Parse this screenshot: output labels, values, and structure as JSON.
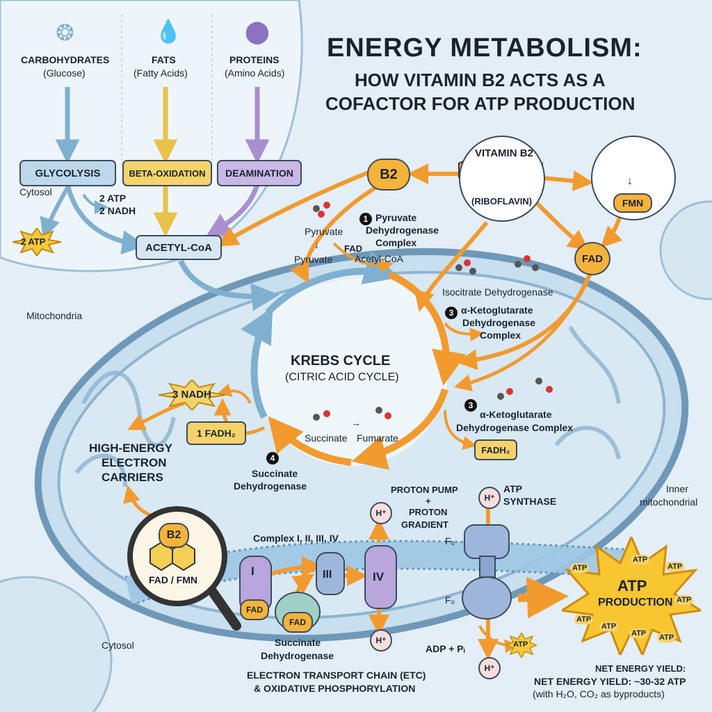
{
  "title": {
    "line1": "ENERGY METABOLISM:",
    "line2": "HOW VITAMIN B2 ACTS AS A",
    "line3": "COFACTOR FOR ATP PRODUCTION"
  },
  "sources": {
    "carbs": {
      "name": "CARBOHYDRATES",
      "sub": "(Glucose)"
    },
    "fats": {
      "name": "FATS",
      "sub": "(Fatty Acids)"
    },
    "proteins": {
      "name": "PROTEINS",
      "sub": "(Amino Acids)"
    }
  },
  "pathways": {
    "glycolysis": "GLYCOLYSIS",
    "beta_oxidation": "BETA-OXIDATION",
    "deamination": "DEAMINATION",
    "acetyl_coa": "ACETYL-CoA"
  },
  "cytosol_top": "Cytosol",
  "glycolysis_yield": {
    "line1": "2 ATP",
    "line2": "2 NADH"
  },
  "atp_star_small": "2 ATP",
  "b2_node": "B2",
  "vitamin_b2": {
    "title": "VITAMIN B2",
    "subtitle": "(RIBOFLAVIN)"
  },
  "fmn": "FMN",
  "fad_node": "FAD",
  "pyruvate_complex": {
    "number": "1",
    "line1": "Pyruvate",
    "line2": "Dehydrogenase",
    "line3": "Complex",
    "pyruvate_a": "Pyruvate",
    "pyruvate_b": "Pyruvate",
    "fad": "FAD",
    "acetyl": "Acetyl-CoA"
  },
  "isocitrate": "Isocitrate Dehydrogenase",
  "akg_upper": {
    "number": "3",
    "line1": "α-Ketoglutarate",
    "line2": "Dehydrogenase",
    "line3": "Complex"
  },
  "akg_lower": {
    "number": "3",
    "line1": "α-Ketoglutarate",
    "line2": "Dehydrogenase Complex"
  },
  "fadh2_right": "FADH₂",
  "krebs": {
    "title": "KREBS CYCLE",
    "subtitle": "(CITRIC ACID CYCLE)"
  },
  "succinate_label": "Succinate",
  "fumarate_label": "Fumarate",
  "succinate_dh": {
    "number": "4",
    "line1": "Succinate",
    "line2": "Dehydrogenase"
  },
  "mitochondria_label": "Mitochondria",
  "inner_label": {
    "line1": "Inner",
    "line2": "mitochondrial"
  },
  "carriers": {
    "nadh": "3 NADH",
    "fadh2": "1 FADH₂",
    "line1": "HIGH-ENERGY",
    "line2": "ELECTRON",
    "line3": "CARRIERS"
  },
  "magnifier": {
    "b2": "B2",
    "caption": "FAD / FMN"
  },
  "cytosol_bottom": "Cytosol",
  "etc": {
    "complex_title": "Complex I, II, III, IV",
    "c1": "I",
    "c3": "III",
    "c4": "IV",
    "fad1": "FAD",
    "fad2": "FAD",
    "sdh_line1": "Succinate",
    "sdh_line2": "Dehydrogenase",
    "title_line1": "ELECTRON TRANSPORT CHAIN (ETC)",
    "title_line2": "& OXIDATIVE PHOSPHORYLATION"
  },
  "proton": {
    "line1": "PROTON PUMP",
    "line2": "+",
    "line3": "PROTON",
    "line4": "GRADIENT",
    "h": "H⁺"
  },
  "synthase": {
    "line1": "ATP",
    "line2": "SYNTHASE",
    "f0a": "F₀",
    "f0b": "F₀",
    "adp": "ADP + Pᵢ"
  },
  "atp_small": "ATP",
  "atp_production": {
    "line1": "ATP",
    "line2": "PRODUCTION"
  },
  "net_yield": {
    "line1": "NET ENERGY YIELD:",
    "line2": "NET ENERGY YIELD: ~30-32 ATP",
    "line3": "(with H₂O, CO₂ as byproducts)"
  },
  "colors": {
    "orange": "#f29a2e",
    "blue_arrow": "#7fb0d0",
    "yellow": "#f6d36a",
    "purple": "#b9a6dc",
    "light_blue": "#bcd9ec"
  }
}
